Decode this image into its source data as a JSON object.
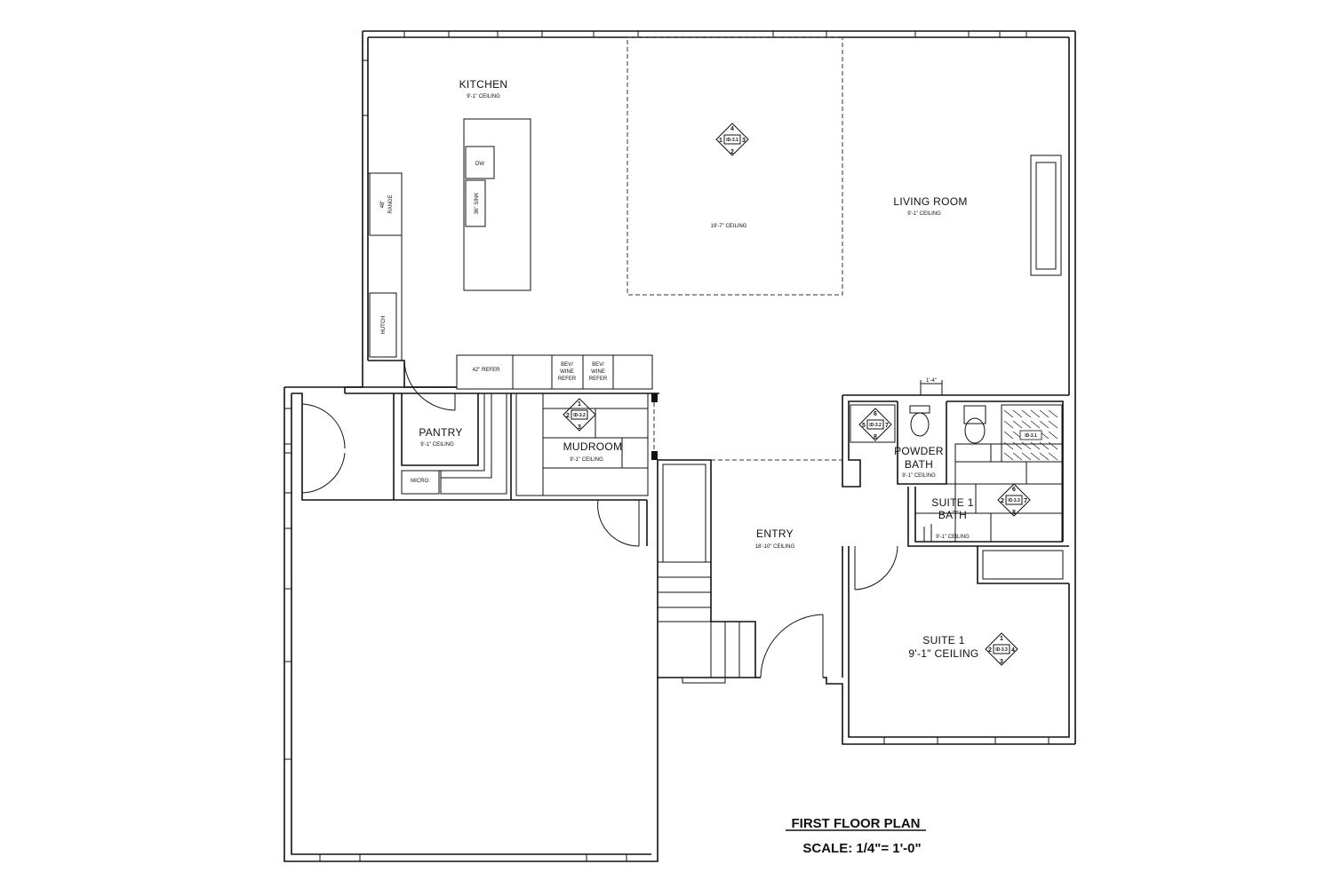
{
  "plan": {
    "title": "FIRST FLOOR PLAN",
    "scale": "SCALE: 1/4\"= 1'-0\""
  },
  "rooms": {
    "kitchen": {
      "name": "KITCHEN",
      "ceiling": "9'-1\" CEILING"
    },
    "great_room_ceiling": "19'-7\" CEILING",
    "living_room": {
      "name": "LIVING ROOM",
      "ceiling": "9'-1\" CEILING"
    },
    "pantry": {
      "name": "PANTRY",
      "ceiling": "9'-1\" CEILING"
    },
    "mudroom": {
      "name": "MUDROOM",
      "ceiling": "9'-1\" CEILING"
    },
    "entry": {
      "name": "ENTRY",
      "ceiling": "18'-10\" CEILING"
    },
    "powder_bath": {
      "name_line1": "POWDER",
      "name_line2": "BATH",
      "ceiling": "9'-1\" CEILING"
    },
    "suite1_bath": {
      "name_line1": "SUITE 1",
      "name_line2": "BATH",
      "ceiling": "9'-1\" CEILING"
    },
    "suite1": {
      "name": "SUITE 1",
      "ceiling": "9'-1\" CEILING"
    }
  },
  "fixtures": {
    "dw": "DW",
    "sink": "36\" SINK",
    "range_line1": "48\"",
    "range_line2": "RANGE",
    "hutch": "HUTCH",
    "refer_42": "42\" REFER",
    "bev1": [
      "BEV/",
      "WINE",
      "REFER"
    ],
    "bev2": [
      "BEV/",
      "WINE",
      "REFER"
    ],
    "micro": "MICRO.",
    "dim_powder": "1'-4\""
  },
  "tags": {
    "id31": {
      "id": "ID-3.1",
      "top": "4",
      "left": "1",
      "right": "3",
      "bottom": "2"
    },
    "id32_mud": {
      "id": "ID-3.2",
      "top": "1",
      "left": "2",
      "bottom": "3"
    },
    "id32_powder": {
      "id": "ID-3.2",
      "top": "6",
      "left": "5",
      "right": "7",
      "bottom": "8"
    },
    "id31_bath": {
      "id": "ID-3.1"
    },
    "id33_bath": {
      "id": "ID-3.3",
      "top": "6",
      "left": "2",
      "right": "7",
      "bottom": "8"
    },
    "id33_suite": {
      "id": "ID-3.3",
      "top": "1",
      "left": "2",
      "right": "4",
      "bottom": "3"
    }
  }
}
